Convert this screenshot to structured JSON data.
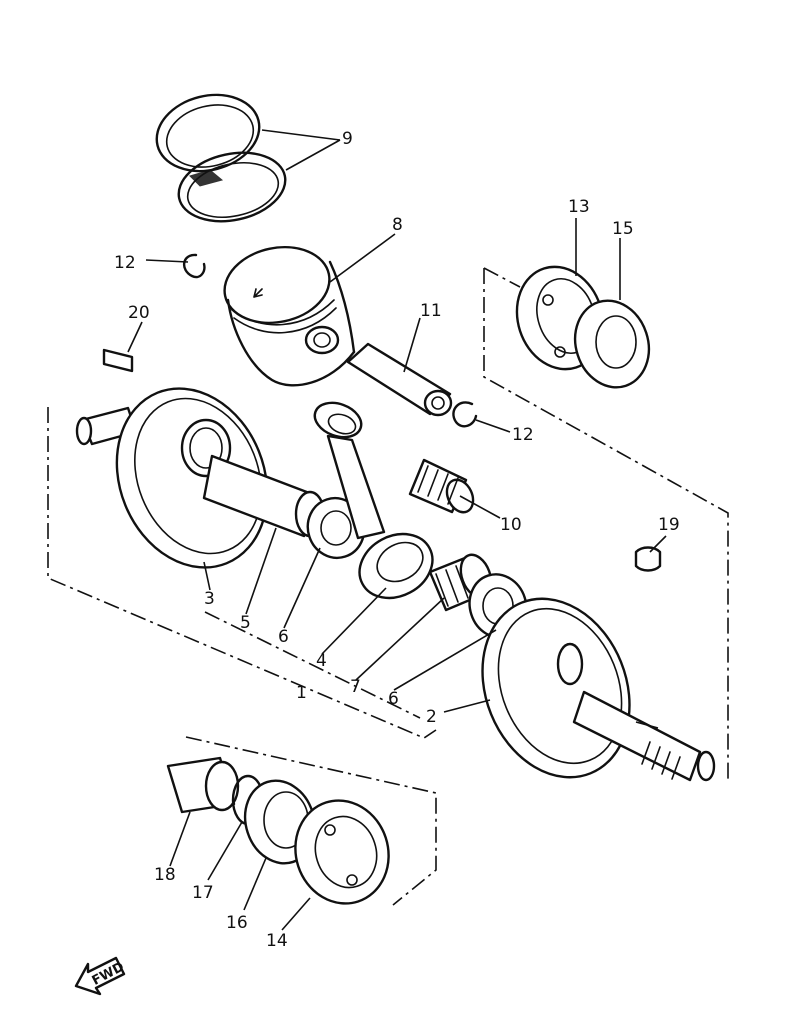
{
  "callouts": {
    "c1": "1",
    "c2": "2",
    "c3": "3",
    "c4": "4",
    "c5": "5",
    "c6a": "6",
    "c6b": "6",
    "c7": "7",
    "c8": "8",
    "c9": "9",
    "c10": "10",
    "c11": "11",
    "c12a": "12",
    "c12b": "12",
    "c13": "13",
    "c14": "14",
    "c15": "15",
    "c16": "16",
    "c17": "17",
    "c18": "18",
    "c19": "19",
    "c20": "20"
  },
  "fwd_label": "FWD"
}
